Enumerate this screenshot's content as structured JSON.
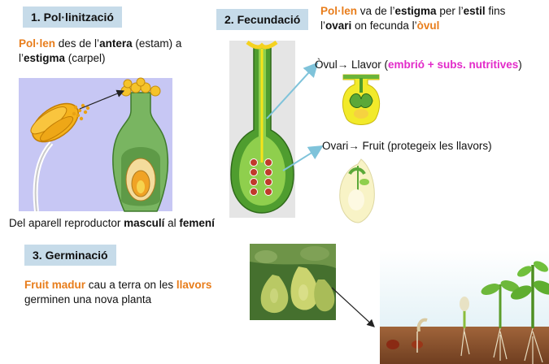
{
  "colors": {
    "step_box_bg": "#c6dbe9",
    "highlight_orange": "#e87d1b",
    "highlight_magenta": "#e22bc9",
    "arrow_blue": "#7fc3da"
  },
  "step1": {
    "title": "1. Pol·linització",
    "desc": {
      "a": "Pol·len",
      "b": " des de l’",
      "c": "antera",
      "d": " (estam) a",
      "e": "l’",
      "f": "estigma",
      "g": " (carpel)"
    },
    "caption": {
      "a": "Del aparell reproductor ",
      "b": "masculí",
      "c": " al ",
      "d": "femení"
    }
  },
  "step2": {
    "title": "2. Fecundació",
    "desc": {
      "a": "Pol·len",
      "b": " va de l’",
      "c": "estigma",
      "d": " per l’",
      "e": "estil",
      "f": " fins",
      "g": "l’",
      "h": "ovari",
      "i": " on fecunda l’",
      "j": "òvul"
    },
    "ovule_line": {
      "a": "Òvul",
      "b": "→ Llavor (",
      "c": "embrió + subs. nutritives",
      "d": ")"
    },
    "ovary_line": {
      "a": "Ovari",
      "b": "→ Fruit (protegeix les llavors)"
    }
  },
  "step3": {
    "title": "3. Germinació",
    "desc": {
      "a": "Fruit madur",
      "b": " cau a terra on les ",
      "c": "llavors",
      "d": "germinen una nova planta"
    }
  }
}
